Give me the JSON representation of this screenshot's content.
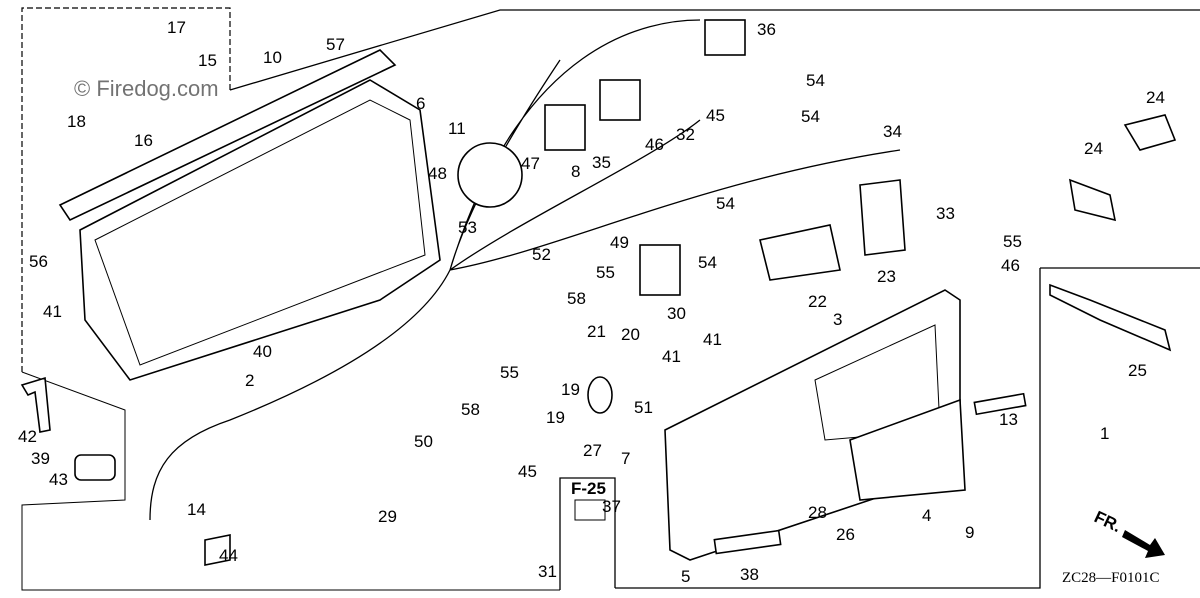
{
  "diagram": {
    "diagram_code": "ZC28—F0101C",
    "reference_box": "F-25",
    "direction_marker": "FR.",
    "watermark": "© Firedog.com",
    "callouts": [
      "17",
      "15",
      "10",
      "57",
      "6",
      "18",
      "16",
      "36",
      "54",
      "34",
      "24",
      "24",
      "11",
      "8",
      "35",
      "46",
      "32",
      "45",
      "47",
      "48",
      "54",
      "54",
      "33",
      "55",
      "46",
      "56",
      "53",
      "49",
      "52",
      "55",
      "58",
      "54",
      "22",
      "23",
      "41",
      "21",
      "20",
      "30",
      "3",
      "25",
      "40",
      "2",
      "55",
      "41",
      "41",
      "19",
      "58",
      "19",
      "13",
      "1",
      "42",
      "39",
      "43",
      "50",
      "51",
      "27",
      "7",
      "45",
      "14",
      "29",
      "37",
      "9",
      "4",
      "28",
      "26",
      "44",
      "31",
      "5",
      "38"
    ]
  }
}
